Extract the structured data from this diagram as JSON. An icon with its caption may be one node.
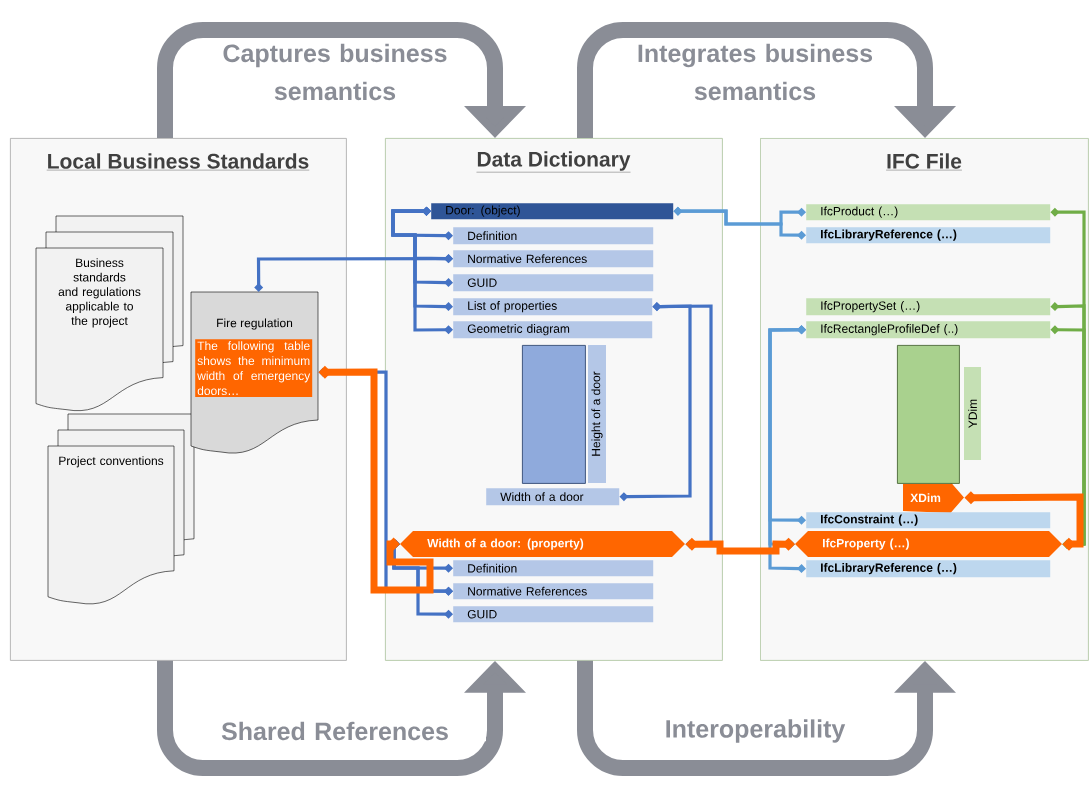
{
  "diagram": {
    "nodes": [
      {
        "text": [
          "Local Business Standards"
        ]
      },
      {
        "text": [
          "Business standards and regulations applicable to the project"
        ],
        "in": 0
      },
      {
        "text": [
          "Project conventions"
        ],
        "in": 0
      },
      {
        "text": [
          "Fire regulation",
          "The following table shows the minimum width of emergency doors…"
        ],
        "in": 0
      },
      {
        "text": [
          "Data Dictionary"
        ]
      },
      {
        "text": [
          "Door: (object)"
        ],
        "in": 4
      },
      {
        "text": [
          "Definition"
        ],
        "in": 4
      },
      {
        "text": [
          "Normative References"
        ],
        "in": 4
      },
      {
        "text": [
          "GUID"
        ],
        "in": 4
      },
      {
        "text": [
          "List of properties"
        ],
        "in": 4
      },
      {
        "text": [
          "Geometric diagram"
        ],
        "in": 4
      },
      {
        "text": [
          "Height of a door"
        ],
        "in": 4
      },
      {
        "text": [
          "Width of a door"
        ],
        "in": 4
      },
      {
        "text": [
          "Width of a door: (property)"
        ],
        "in": 4
      },
      {
        "text": [
          "Definition"
        ],
        "in": 4
      },
      {
        "text": [
          "Normative References"
        ],
        "in": 4
      },
      {
        "text": [
          "GUID"
        ],
        "in": 4
      },
      {
        "text": [
          "IFC File"
        ]
      },
      {
        "text": [
          "IfcProduct (…)"
        ],
        "in": 17
      },
      {
        "text": [
          "IfcLibraryReference (…)"
        ],
        "in": 17
      },
      {
        "text": [
          "IfcPropertySet (…)"
        ],
        "in": 17
      },
      {
        "text": [
          "IfcRectangleProfileDef (..)"
        ],
        "in": 17
      },
      {
        "text": [
          "YDim"
        ],
        "in": 17
      },
      {
        "text": [
          "XDim"
        ],
        "in": 17
      },
      {
        "text": [
          "IfcConstraint (…)"
        ],
        "in": 17
      },
      {
        "text": [
          "IfcProperty (…)"
        ],
        "in": 17
      },
      {
        "text": [
          "IfcLibraryReference (…)"
        ],
        "in": 17
      },
      {
        "text": [],
        "shape": "box",
        "in": 4
      },
      {
        "text": [],
        "shape": "box",
        "in": 17
      }
    ],
    "edges": [
      {
        "from": 5,
        "to": 6,
        "arrow": "other"
      },
      {
        "from": 5,
        "to": 7,
        "arrow": "other"
      },
      {
        "from": 5,
        "to": 8,
        "arrow": "other"
      },
      {
        "from": 5,
        "to": 9,
        "arrow": "other"
      },
      {
        "from": 5,
        "to": 10,
        "arrow": "other"
      },
      {
        "from": 3,
        "to": 7,
        "arrow": "other"
      },
      {
        "from": 3,
        "to": 15,
        "arrow": "other"
      },
      {
        "from": 13,
        "to": 14,
        "arrow": "other"
      },
      {
        "from": 13,
        "to": 15,
        "arrow": "other"
      },
      {
        "from": 13,
        "to": 16,
        "arrow": "other"
      },
      {
        "from": 9,
        "to": 12,
        "arrow": "other"
      },
      {
        "from": 9,
        "to": 13,
        "arrow": "other"
      },
      {
        "from": 5,
        "to": 18,
        "arrow": "other",
        "color": "#5b9bd5"
      },
      {
        "from": 5,
        "to": 19,
        "arrow": "other",
        "color": "#5b9bd5"
      },
      {
        "from": 21,
        "to": 24,
        "arrow": "other",
        "color": "#5b9bd5"
      },
      {
        "from": 21,
        "to": 25,
        "arrow": "other",
        "color": "#5b9bd5"
      },
      {
        "from": 21,
        "to": 26,
        "arrow": "other",
        "color": "#5b9bd5"
      },
      {
        "from": 25,
        "to": 18,
        "arrow": "other",
        "color": "#70ad47"
      },
      {
        "from": 25,
        "to": 20,
        "arrow": "other",
        "color": "#70ad47"
      },
      {
        "from": 25,
        "to": 21,
        "arrow": "other",
        "color": "#70ad47"
      },
      {
        "from": 3,
        "to": 13,
        "arrow": "other",
        "style": "thick",
        "color": "#ff6600"
      },
      {
        "from": 13,
        "to": 25,
        "arrow": "other",
        "style": "thick",
        "color": "#ff6600"
      },
      {
        "from": 23,
        "to": 25,
        "arrow": "other",
        "style": "thick",
        "color": "#ff6600"
      },
      {
        "from": 0,
        "to": 4,
        "arrow": "to",
        "label": "Captures business semantics",
        "style": "thick",
        "color": "#8a8d96"
      },
      {
        "from": 0,
        "to": 4,
        "arrow": "to",
        "label": "Shared References",
        "style": "thick",
        "color": "#8a8d96"
      },
      {
        "from": 4,
        "to": 17,
        "arrow": "to",
        "label": "Integrates business semantics",
        "style": "thick",
        "color": "#8a8d96"
      },
      {
        "from": 4,
        "to": 17,
        "arrow": "to",
        "label": "Interoperability",
        "style": "thick",
        "color": "#8a8d96"
      }
    ]
  }
}
